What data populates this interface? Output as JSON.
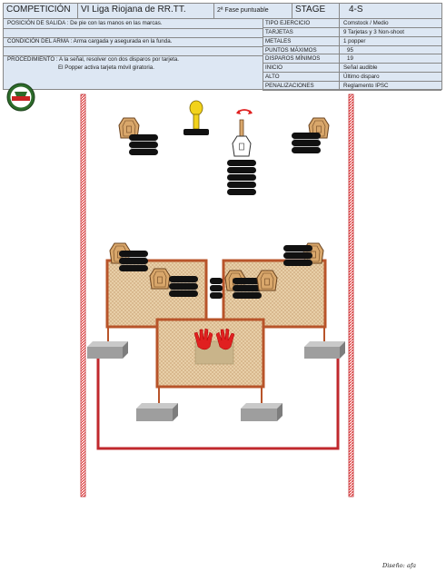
{
  "header": {
    "competition_label": "COMPETICIÓN",
    "event_name": "VI Liga Riojana de RR.TT.",
    "phase": "2ª Fase puntuable",
    "stage_label": "STAGE",
    "stage_value": "4-S",
    "left": {
      "start_position": "POSICIÓN DE SALIDA : De pie con las manos en las marcas.",
      "weapon_condition": "CONDICIÓN DEL ARMA : Arma cargada y asegurada en la funda.",
      "procedure_line1": "PROCEDIMIENTO : A la señal, resolver con dos disparos por tarjeta.",
      "procedure_line2": "El Popper activa tarjeta móvil giratoria."
    },
    "details": [
      {
        "label": "TIPO EJERCICIO",
        "value": "Comstock /  Medio"
      },
      {
        "label": "TARJETAS",
        "value": "9 Tarjetas y 3 Non-shoot"
      },
      {
        "label": "METALES",
        "value": "1 popper"
      },
      {
        "label": "PUNTOS MÁXIMOS",
        "value": "95"
      },
      {
        "label": "DISPAROS MÍNIMOS",
        "value": "19"
      },
      {
        "label": "INICIO",
        "value": "Señal audible"
      },
      {
        "label": "ALTO",
        "value": "Último disparo"
      },
      {
        "label": "PENALIZACIONES",
        "value": "Reglamento IPSC"
      }
    ]
  },
  "credit": "Diseño: afa",
  "colors": {
    "header_bg": "#dde7f3",
    "fault_line": "#c0282d",
    "wall_border": "#b8542a",
    "wall_fill": "#e9d3b0",
    "tire": "#111111",
    "popper": "#f2d21b",
    "hands": "#e02020",
    "block": "#9e9e9e"
  },
  "icons": [
    "club-logo-icon",
    "no-shoot-target-icon",
    "popper-icon",
    "swinger-target-icon",
    "start-hands-icon",
    "rotate-arrow-icon"
  ]
}
